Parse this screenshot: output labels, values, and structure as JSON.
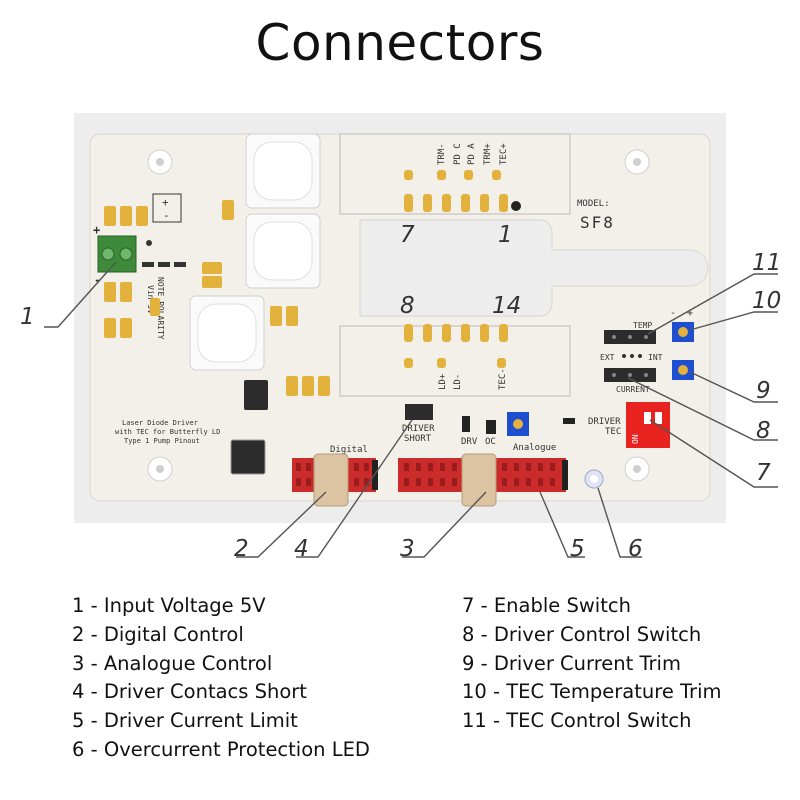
{
  "title": "Connectors",
  "board": {
    "model_label": "MODEL:",
    "model": "SF8",
    "note_polarity": "NOTE POLARITY",
    "vin": "Vin 5V",
    "desc_line1": "Laser Diode Driver",
    "desc_line2": "with TEC for Butterfly LD",
    "desc_line3": "Type 1 Pump Pinout",
    "pin_top_labels": [
      "TRM-",
      "PD C",
      "PD A",
      "TRM+",
      "TEC+"
    ],
    "pin_bottom_labels": [
      "LD+",
      "LD-",
      "TEC-"
    ],
    "pin_7": "7",
    "pin_1": "1",
    "pin_8": "8",
    "pin_14": "14",
    "digital": "Digital",
    "driver_short_1": "DRIVER",
    "driver_short_2": "SHORT",
    "drv": "DRV",
    "oc": "OC",
    "analogue": "Analogue",
    "driver_tec_1": "DRIVER",
    "driver_tec_2": "TEC",
    "on": "ON",
    "temp": "TEMP",
    "ext": "EXT",
    "int": "INT",
    "current": "CURRENT",
    "plus": "+",
    "minus": "-",
    "plus_sign": "+",
    "minus_sign": "-"
  },
  "callouts": [
    "1",
    "2",
    "3",
    "4",
    "5",
    "6",
    "7",
    "8",
    "9",
    "10",
    "11"
  ],
  "legend_left": [
    "1 - Input Voltage 5V",
    "2 - Digital Control",
    "3 - Analogue Control",
    "4 - Driver Contacs Short",
    "5 - Driver Current Limit",
    "6 - Overcurrent Protection LED"
  ],
  "legend_right": [
    "7 - Enable Switch",
    "8 - Driver Control Switch",
    "9 - Driver Current Trim",
    "10 - TEC Temperature Trim",
    "11 - TEC Control Switch"
  ],
  "colors": {
    "board": "#f2f0e8",
    "pad": "#e3b23c",
    "header_red": "#cc2b2b",
    "trimmer_blue": "#1f4fd1",
    "terminal_green": "#3d8a3a",
    "switch_red": "#e8221e"
  }
}
